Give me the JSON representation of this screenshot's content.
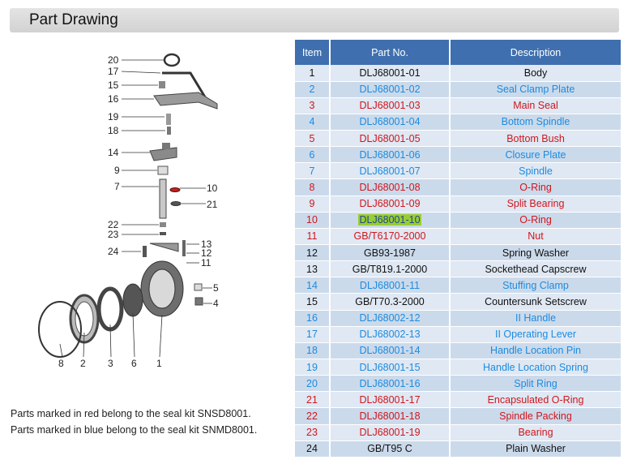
{
  "header": {
    "title": "Part Drawing"
  },
  "table": {
    "headers": [
      "Item",
      "Part No.",
      "Description"
    ],
    "rows": [
      {
        "item": "1",
        "part_no": "DLJ68001-01",
        "description": "Body",
        "color": "black"
      },
      {
        "item": "2",
        "part_no": "DLJ68001-02",
        "description": "Seal Clamp Plate",
        "color": "blue"
      },
      {
        "item": "3",
        "part_no": "DLJ68001-03",
        "description": "Main Seal",
        "color": "red"
      },
      {
        "item": "4",
        "part_no": "DLJ68001-04",
        "description": "Bottom Spindle",
        "color": "blue"
      },
      {
        "item": "5",
        "part_no": "DLJ68001-05",
        "description": "Bottom Bush",
        "color": "red"
      },
      {
        "item": "6",
        "part_no": "DLJ68001-06",
        "description": "Closure Plate",
        "color": "blue"
      },
      {
        "item": "7",
        "part_no": "DLJ68001-07",
        "description": "Spindle",
        "color": "blue"
      },
      {
        "item": "8",
        "part_no": "DLJ68001-08",
        "description": "O-Ring",
        "color": "red"
      },
      {
        "item": "9",
        "part_no": "DLJ68001-09",
        "description": "Split Bearing",
        "color": "red"
      },
      {
        "item": "10",
        "part_no": "DLJ68001-10",
        "description": "O-Ring",
        "color": "red",
        "highlight": true
      },
      {
        "item": "11",
        "part_no": "GB/T6170-2000",
        "description": "Nut",
        "color": "red"
      },
      {
        "item": "12",
        "part_no": "GB93-1987",
        "description": "Spring Washer",
        "color": "black"
      },
      {
        "item": "13",
        "part_no": "GB/T819.1-2000",
        "description": "Sockethead Capscrew",
        "color": "black"
      },
      {
        "item": "14",
        "part_no": "DLJ68001-11",
        "description": "Stuffing Clamp",
        "color": "blue"
      },
      {
        "item": "15",
        "part_no": "GB/T70.3-2000",
        "description": "Countersunk Setscrew",
        "color": "black"
      },
      {
        "item": "16",
        "part_no": "DLJ68002-12",
        "description": "II Handle",
        "color": "blue"
      },
      {
        "item": "17",
        "part_no": "DLJ68002-13",
        "description": "II Operating Lever",
        "color": "blue"
      },
      {
        "item": "18",
        "part_no": "DLJ68001-14",
        "description": "Handle Location Pin",
        "color": "blue"
      },
      {
        "item": "19",
        "part_no": "DLJ68001-15",
        "description": "Handle Location Spring",
        "color": "blue"
      },
      {
        "item": "20",
        "part_no": "DLJ68001-16",
        "description": "Split Ring",
        "color": "blue"
      },
      {
        "item": "21",
        "part_no": "DLJ68001-17",
        "description": "Encapsulated O-Ring",
        "color": "red"
      },
      {
        "item": "22",
        "part_no": "DLJ68001-18",
        "description": "Spindle Packing",
        "color": "red"
      },
      {
        "item": "23",
        "part_no": "DLJ68001-19",
        "description": "Bearing",
        "color": "red"
      },
      {
        "item": "24",
        "part_no": "GB/T95 C",
        "description": "Plain Washer",
        "color": "black"
      }
    ]
  },
  "drawing": {
    "callouts": [
      "20",
      "17",
      "15",
      "16",
      "19",
      "18",
      "14",
      "9",
      "7",
      "10",
      "21",
      "22",
      "23",
      "24",
      "13",
      "12",
      "11",
      "5",
      "4",
      "8",
      "2",
      "3",
      "6",
      "1"
    ]
  },
  "notes": {
    "red": "Parts marked in red  belong to the seal kit SNSD8001.",
    "blue": "Parts marked in blue  belong to the seal kit SNMD8001."
  },
  "colors": {
    "header_blue": "#3f6fae",
    "red": "#d0161d",
    "blue": "#1c8be0",
    "highlight": "#9acd32"
  }
}
